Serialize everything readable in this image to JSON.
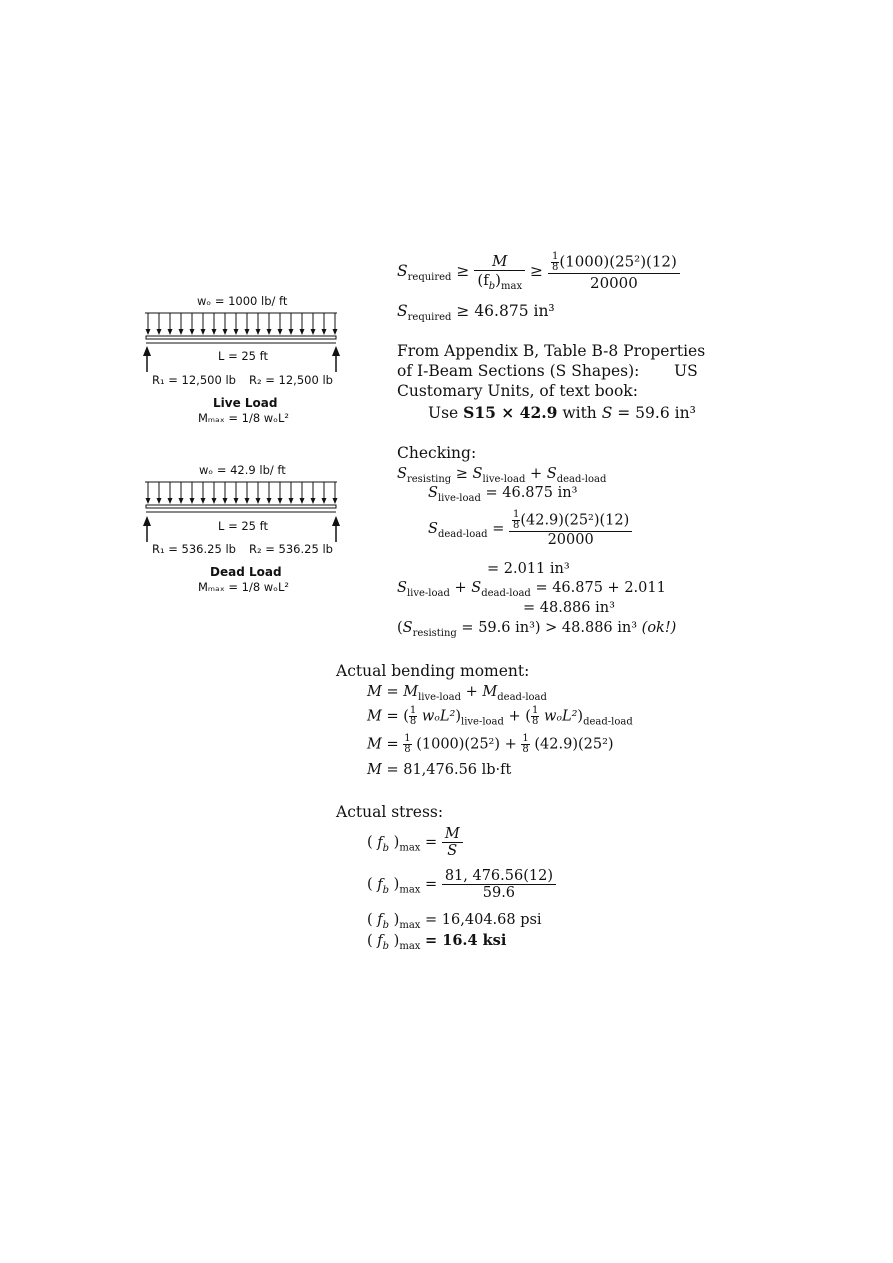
{
  "live_load": {
    "w_label": "wₒ = 1000 lb/ ft",
    "length": "L = 25 ft",
    "r1": "R₁ = 12,500 lb",
    "r2": "R₂ = 12,500 lb",
    "title": "Live Load",
    "mmax": "Mₘₐₓ = 1/8 wₒL²"
  },
  "dead_load": {
    "w_label": "wₒ = 42.9 lb/ ft",
    "length": "L = 25 ft",
    "r1": "R₁ = 536.25 lb",
    "r2": "R₂ = 536.25 lb",
    "title": "Dead Load",
    "mmax": "Mₘₐₓ = 1/8 wₒL²"
  },
  "required": {
    "s_sym": "S",
    "s_sub": "required",
    "geq": "≥",
    "M": "M",
    "fb": "(f",
    "fb_sub": "b",
    "fb_close": ")",
    "fb_max": "max",
    "rhs_num": "(1000)(25²)(12)",
    "rhs_den": "20000",
    "one": "1",
    "eight": "8",
    "result": "≥ 46.875 in³"
  },
  "appendix": {
    "line1": "From Appendix B, Table B-8 Properties",
    "line2a": "of I-Beam Sections (S Shapes):",
    "line2b": "US",
    "line3": "Customary Units, of text book:",
    "use_pre": "Use ",
    "use_section": "S15 × 42.9",
    "use_post": " with ",
    "use_s": "S",
    "use_val": " = 59.6 in³"
  },
  "checking": {
    "heading": "Checking:",
    "line1_pre": "≥ ",
    "sub_resisting": "resisting",
    "sub_live": "live-load",
    "sub_dead": "dead-load",
    "live_val": "= 46.875 in³",
    "dead_num": "(42.9)(25²)(12)",
    "dead_den": "20000",
    "dead_eq": "=",
    "dead_val": "= 2.011 in³",
    "sum_val": "= 46.875 + 2.011",
    "sum_total": "= 48.886 in³",
    "compare_pre": "(",
    "compare_mid": " = 59.6 in³) > 48.886 in³",
    "ok": "(ok!)",
    "plus": "+"
  },
  "moment": {
    "heading": "Actual bending moment:",
    "l1_rhs_a": "= ",
    "l2_a": "(1000)(25²) +",
    "l2_b": "(42.9)(25²)",
    "result": "= 81,476.56 lb·ft",
    "wL": "wₒL²"
  },
  "stress": {
    "heading": "Actual stress:",
    "num2": "81, 476.56(12)",
    "den2": "59.6",
    "psi": "= 16,404.68 psi",
    "ksi": "= 16.4 ksi"
  }
}
